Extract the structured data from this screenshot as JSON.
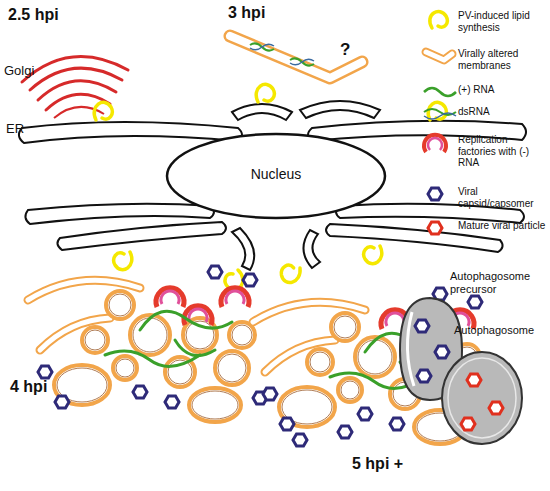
{
  "diagram": {
    "nodes": [
      {
        "text": [
          "Nucleus"
        ]
      },
      {
        "text": [
          "Autophagosome precursor"
        ]
      },
      {
        "text": [
          "Autophagosome"
        ]
      }
    ],
    "labels": [
      "2.5 hpi",
      "3 hpi",
      "Golgi",
      "ER",
      "?",
      "4 hpi",
      "5 hpi +"
    ],
    "legend": [
      {
        "text": "PV-induced lipid synthesis"
      },
      {
        "text": "Virally altered membranes"
      },
      {
        "text": "(+) RNA"
      },
      {
        "text": "dsRNA"
      },
      {
        "text": "Replication factories with (-) RNA"
      },
      {
        "text": "Viral capsid/capsomer"
      },
      {
        "text": "Mature viral particle"
      }
    ]
  }
}
